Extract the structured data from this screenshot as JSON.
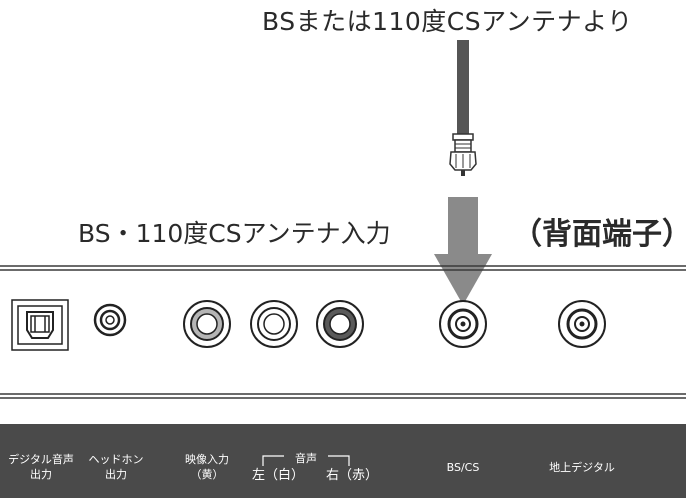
{
  "labels": {
    "antenna_source": "BSまたは110度CSアンテナより",
    "antenna_input": "BS・110度CSアンテナ入力",
    "rear_terminal": "（背面端子）"
  },
  "captions": {
    "digital_audio_out": [
      "デジタル音声",
      "出力"
    ],
    "headphone_out": [
      "ヘッドホン",
      "出力"
    ],
    "video_in": [
      "映像入力",
      "（黄）"
    ],
    "audio": "音声",
    "audio_left": "左（白）",
    "audio_right": "右（赤）",
    "bs_cs": "BS/CS",
    "terrestrial": "地上デジタル"
  },
  "colors": {
    "caption_bar": "#4a4a4a",
    "arrow": "#8a8a8a",
    "cable": "#555555"
  }
}
